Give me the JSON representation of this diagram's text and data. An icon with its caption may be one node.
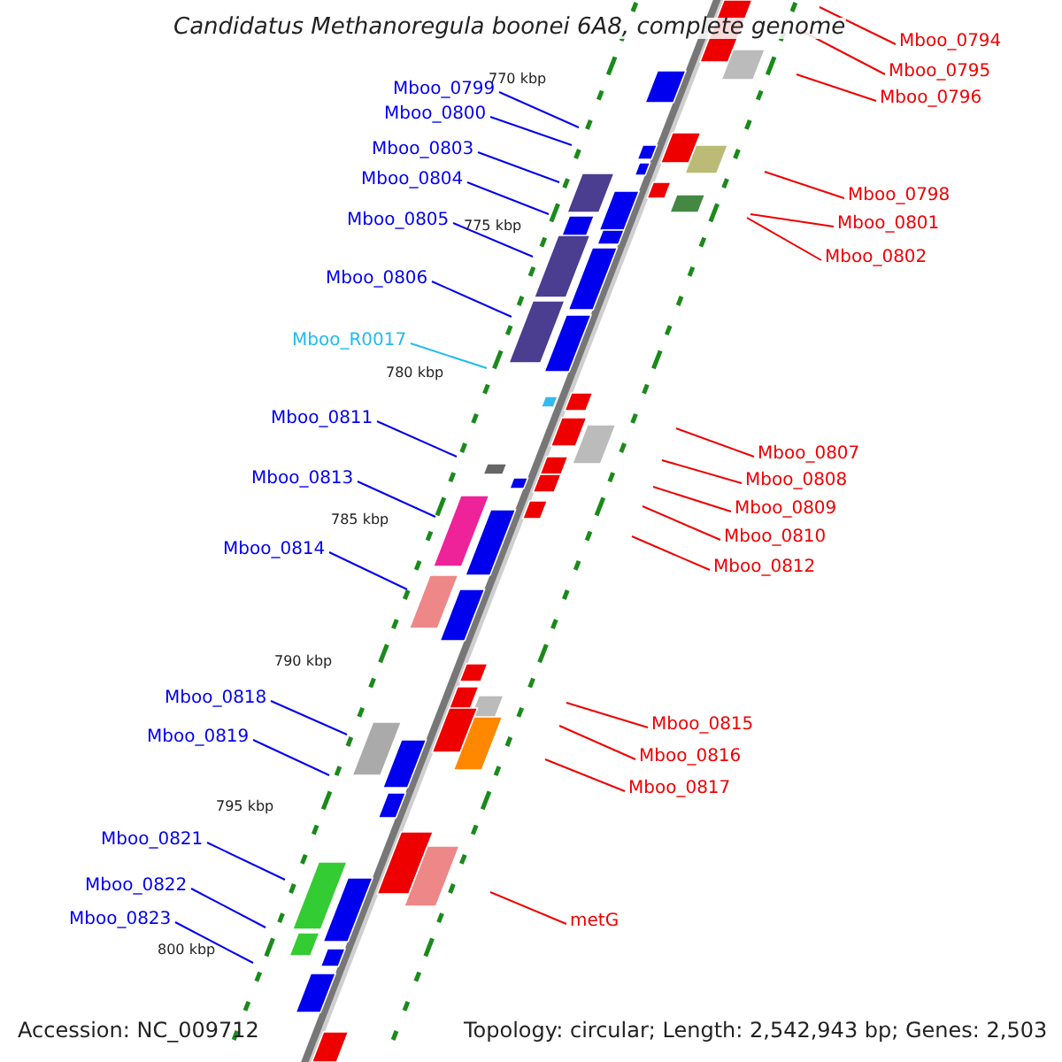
{
  "diagram": {
    "title": "Candidatus Methanoregula boonei 6A8, complete genome",
    "nodes": [
      {
        "text": [
          "Mboo_0799"
        ]
      },
      {
        "text": [
          "Mboo_0800"
        ]
      },
      {
        "text": [
          "Mboo_0803"
        ]
      },
      {
        "text": [
          "Mboo_0804"
        ]
      },
      {
        "text": [
          "Mboo_0805"
        ]
      },
      {
        "text": [
          "Mboo_0806"
        ]
      },
      {
        "text": [
          "Mboo_R0017"
        ]
      },
      {
        "text": [
          "Mboo_0811"
        ]
      },
      {
        "text": [
          "Mboo_0813"
        ]
      },
      {
        "text": [
          "Mboo_0814"
        ]
      },
      {
        "text": [
          "Mboo_0818"
        ]
      },
      {
        "text": [
          "Mboo_0819"
        ]
      },
      {
        "text": [
          "Mboo_0821"
        ]
      },
      {
        "text": [
          "Mboo_0822"
        ]
      },
      {
        "text": [
          "Mboo_0823"
        ]
      },
      {
        "text": [
          "Mboo_0794"
        ]
      },
      {
        "text": [
          "Mboo_0795"
        ]
      },
      {
        "text": [
          "Mboo_0796"
        ]
      },
      {
        "text": [
          "Mboo_0798"
        ]
      },
      {
        "text": [
          "Mboo_0801"
        ]
      },
      {
        "text": [
          "Mboo_0802"
        ]
      },
      {
        "text": [
          "Mboo_0807"
        ]
      },
      {
        "text": [
          "Mboo_0808"
        ]
      },
      {
        "text": [
          "Mboo_0809"
        ]
      },
      {
        "text": [
          "Mboo_0810"
        ]
      },
      {
        "text": [
          "Mboo_0812"
        ]
      },
      {
        "text": [
          "Mboo_0815"
        ]
      },
      {
        "text": [
          "Mboo_0816"
        ]
      },
      {
        "text": [
          "Mboo_0817"
        ]
      },
      {
        "text": [
          "metG"
        ]
      }
    ],
    "edges": [
      {
        "from": 0,
        "to": null,
        "arrow": "none",
        "color": "#0000ee"
      },
      {
        "from": 1,
        "to": null,
        "arrow": "none",
        "color": "#0000ee"
      },
      {
        "from": 2,
        "to": null,
        "arrow": "none",
        "color": "#0000ee"
      },
      {
        "from": 3,
        "to": null,
        "arrow": "none",
        "color": "#0000ee"
      },
      {
        "from": 4,
        "to": null,
        "arrow": "none",
        "color": "#0000ee"
      },
      {
        "from": 5,
        "to": null,
        "arrow": "none",
        "color": "#0000ee"
      },
      {
        "from": 6,
        "to": null,
        "arrow": "none",
        "color": "#22bbee"
      },
      {
        "from": 7,
        "to": null,
        "arrow": "none",
        "color": "#0000ee"
      },
      {
        "from": 8,
        "to": null,
        "arrow": "none",
        "color": "#0000ee"
      },
      {
        "from": 9,
        "to": null,
        "arrow": "none",
        "color": "#0000ee"
      },
      {
        "from": 10,
        "to": null,
        "arrow": "none",
        "color": "#0000ee"
      },
      {
        "from": 11,
        "to": null,
        "arrow": "none",
        "color": "#0000ee"
      },
      {
        "from": 12,
        "to": null,
        "arrow": "none",
        "color": "#0000ee"
      },
      {
        "from": 13,
        "to": null,
        "arrow": "none",
        "color": "#0000ee"
      },
      {
        "from": 14,
        "to": null,
        "arrow": "none",
        "color": "#0000ee"
      },
      {
        "from": 15,
        "to": null,
        "arrow": "none",
        "color": "#ee0000"
      },
      {
        "from": 16,
        "to": null,
        "arrow": "none",
        "color": "#ee0000"
      },
      {
        "from": 17,
        "to": null,
        "arrow": "none",
        "color": "#ee0000"
      },
      {
        "from": 18,
        "to": null,
        "arrow": "none",
        "color": "#ee0000"
      },
      {
        "from": 19,
        "to": null,
        "arrow": "none",
        "color": "#ee0000"
      },
      {
        "from": 20,
        "to": null,
        "arrow": "none",
        "color": "#ee0000"
      },
      {
        "from": 21,
        "to": null,
        "arrow": "none",
        "color": "#ee0000"
      },
      {
        "from": 22,
        "to": null,
        "arrow": "none",
        "color": "#ee0000"
      },
      {
        "from": 23,
        "to": null,
        "arrow": "none",
        "color": "#ee0000"
      },
      {
        "from": 24,
        "to": null,
        "arrow": "none",
        "color": "#ee0000"
      },
      {
        "from": 25,
        "to": null,
        "arrow": "none",
        "color": "#ee0000"
      },
      {
        "from": 26,
        "to": null,
        "arrow": "none",
        "color": "#ee0000"
      },
      {
        "from": 27,
        "to": null,
        "arrow": "none",
        "color": "#ee0000"
      },
      {
        "from": 28,
        "to": null,
        "arrow": "none",
        "color": "#ee0000"
      },
      {
        "from": 29,
        "to": null,
        "arrow": "none",
        "color": "#ee0000"
      }
    ],
    "labels": [
      "770 kbp",
      "775 kbp",
      "780 kbp",
      "785 kbp",
      "790 kbp",
      "795 kbp",
      "800 kbp",
      "Accession: NC_009712",
      "Topology: circular; Length: 2,542,943 bp; Genes: 2,503"
    ]
  }
}
